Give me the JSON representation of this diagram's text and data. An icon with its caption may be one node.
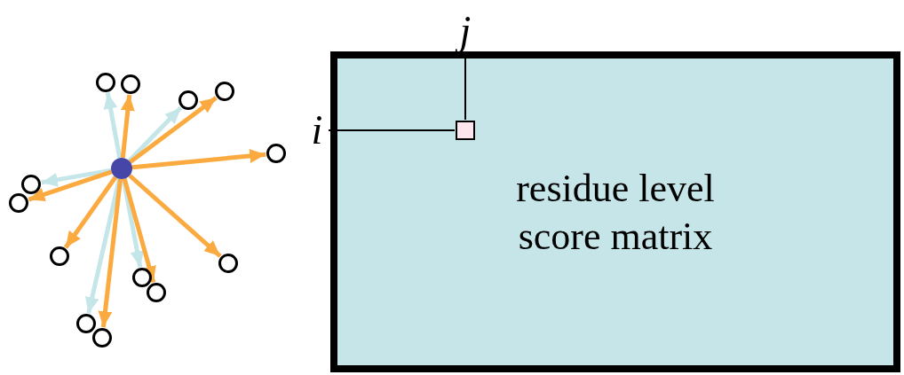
{
  "diagram": {
    "nodes": [
      {
        "text": [],
        "shape": "circle"
      },
      {
        "text": [],
        "shape": "circle"
      },
      {
        "text": [],
        "shape": "circle"
      },
      {
        "text": [],
        "shape": "circle"
      },
      {
        "text": [],
        "shape": "circle"
      },
      {
        "text": [],
        "shape": "circle"
      },
      {
        "text": [],
        "shape": "circle"
      },
      {
        "text": [],
        "shape": "circle"
      },
      {
        "text": [],
        "shape": "circle"
      },
      {
        "text": [],
        "shape": "circle"
      },
      {
        "text": [],
        "shape": "circle"
      },
      {
        "text": [],
        "shape": "circle"
      },
      {
        "text": [],
        "shape": "circle"
      },
      {
        "text": [],
        "shape": "circle"
      },
      {
        "text": [
          "residue level score matrix"
        ]
      },
      {
        "text": [],
        "shape": "box",
        "in": 14
      },
      {
        "text": [
          "i"
        ]
      },
      {
        "text": [
          "j"
        ]
      }
    ],
    "edges": [
      {
        "from": 0,
        "to": 1,
        "arrow": "to",
        "color": "#c5e6e8"
      },
      {
        "from": 0,
        "to": 2,
        "arrow": "to"
      },
      {
        "from": 0,
        "to": 3,
        "arrow": "to",
        "color": "#c5e6e8"
      },
      {
        "from": 0,
        "to": 4,
        "arrow": "to"
      },
      {
        "from": 0,
        "to": 5,
        "arrow": "to"
      },
      {
        "from": 0,
        "to": 6,
        "arrow": "to",
        "color": "#c5e6e8"
      },
      {
        "from": 0,
        "to": 7,
        "arrow": "to"
      },
      {
        "from": 0,
        "to": 8,
        "arrow": "to"
      },
      {
        "from": 0,
        "to": 9,
        "arrow": "to",
        "color": "#c5e6e8"
      },
      {
        "from": 0,
        "to": 10,
        "arrow": "to"
      },
      {
        "from": 0,
        "to": 11,
        "arrow": "to"
      },
      {
        "from": 0,
        "to": 12,
        "arrow": "to",
        "color": "#c5e6e8"
      },
      {
        "from": 0,
        "to": 13,
        "arrow": "to"
      },
      {
        "from": 16,
        "to": 15,
        "arrow": "none",
        "color": "#000000"
      },
      {
        "from": 17,
        "to": 15,
        "arrow": "none",
        "color": "#000000"
      }
    ]
  }
}
